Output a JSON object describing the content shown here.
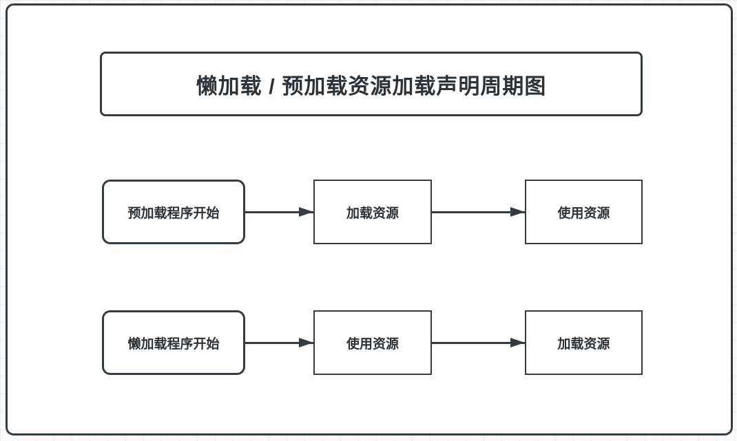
{
  "diagram": {
    "title": "懒加载 / 预加载资源加载声明周期图",
    "colors": {
      "stroke": "#343b45",
      "text": "#2d3138",
      "node_fill": "#ffffff",
      "grid_line": "#ececec",
      "page_background": "#fbfbfb"
    },
    "flows": [
      {
        "name": "preload-flow",
        "steps": [
          {
            "label": "预加载程序开始",
            "shape": "rounded"
          },
          {
            "label": "加载资源",
            "shape": "rect"
          },
          {
            "label": "使用资源",
            "shape": "rect"
          }
        ]
      },
      {
        "name": "lazyload-flow",
        "steps": [
          {
            "label": "懒加载程序开始",
            "shape": "rounded"
          },
          {
            "label": "使用资源",
            "shape": "rect"
          },
          {
            "label": "加载资源",
            "shape": "rect"
          }
        ]
      }
    ],
    "connectors": [
      {
        "from": "预加载程序开始",
        "to": "加载资源"
      },
      {
        "from": "加载资源",
        "to": "使用资源"
      },
      {
        "from": "懒加载程序开始",
        "to": "使用资源"
      },
      {
        "from": "使用资源",
        "to": "加载资源"
      }
    ]
  }
}
